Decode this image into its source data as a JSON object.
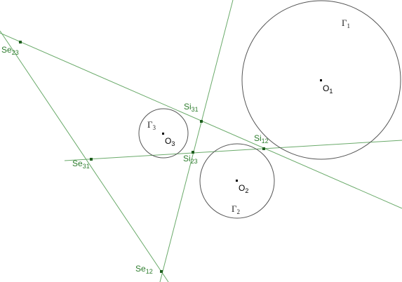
{
  "colors": {
    "background": "#ffffff",
    "circle_stroke": "#555555",
    "line_stroke": "#6aaa6a",
    "label_green": "#2e7d2e",
    "point_green": "#1f5f1f",
    "center_dot": "#000000"
  },
  "circles": [
    {
      "id": "c1",
      "gamma": "Γ",
      "gamma_sub": "1",
      "center_base": "O",
      "center_sub": "1"
    },
    {
      "id": "c2",
      "gamma": "Γ",
      "gamma_sub": "2",
      "center_base": "O",
      "center_sub": "2"
    },
    {
      "id": "c3",
      "gamma": "Γ",
      "gamma_sub": "3",
      "center_base": "O",
      "center_sub": "3"
    }
  ],
  "points": [
    {
      "id": "se23",
      "base": "Se",
      "sub": "23"
    },
    {
      "id": "se31",
      "base": "Se",
      "sub": "31"
    },
    {
      "id": "se12",
      "base": "Se",
      "sub": "12"
    },
    {
      "id": "si31",
      "base": "Si",
      "sub": "31"
    },
    {
      "id": "si12",
      "base": "Si",
      "sub": "12"
    },
    {
      "id": "si23",
      "base": "Si",
      "sub": "23"
    }
  ]
}
